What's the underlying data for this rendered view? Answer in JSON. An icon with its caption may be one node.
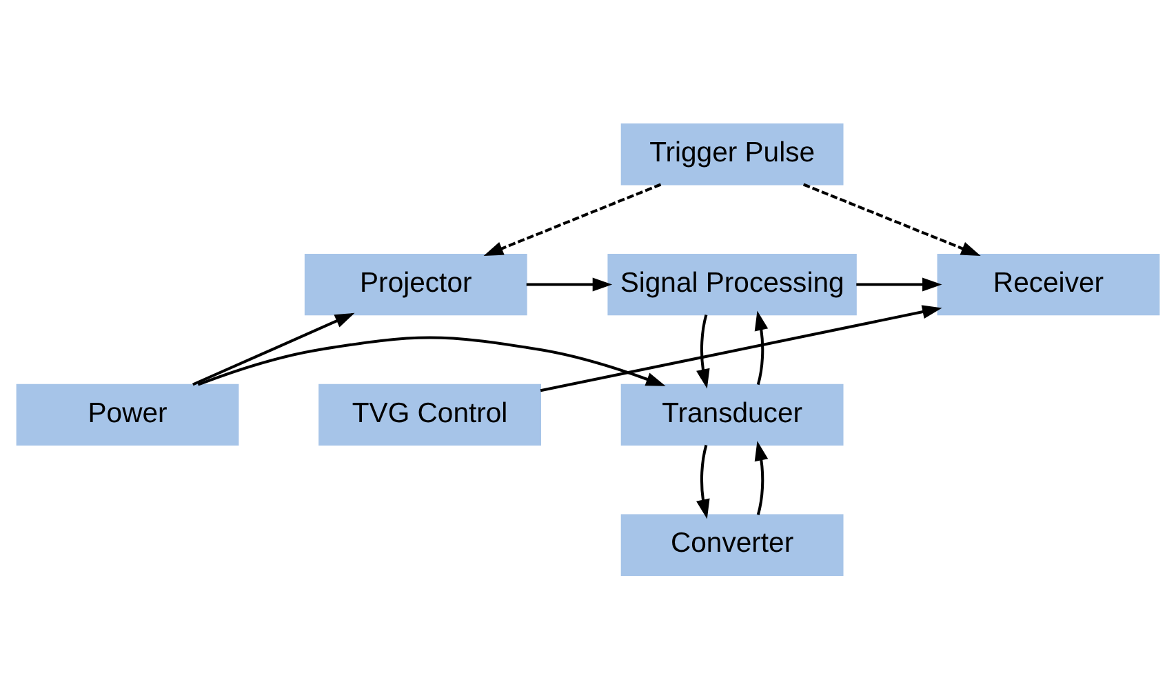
{
  "diagram": {
    "nodes": [
      {
        "text": [
          "Trigger Pulse"
        ]
      },
      {
        "text": [
          "Projector"
        ]
      },
      {
        "text": [
          "Signal Processing"
        ]
      },
      {
        "text": [
          "Receiver"
        ]
      },
      {
        "text": [
          "Power"
        ]
      },
      {
        "text": [
          "Transducer"
        ]
      },
      {
        "text": [
          "TVG Control"
        ]
      },
      {
        "text": [
          "Converter"
        ]
      }
    ],
    "edges": [
      {
        "from": 0,
        "to": 1,
        "arrow": "to",
        "style": "dashed"
      },
      {
        "from": 0,
        "to": 3,
        "arrow": "to",
        "style": "dashed"
      },
      {
        "from": 1,
        "to": 2,
        "arrow": "to"
      },
      {
        "from": 2,
        "to": 3,
        "arrow": "to"
      },
      {
        "from": 4,
        "to": 1,
        "arrow": "to"
      },
      {
        "from": 4,
        "to": 5,
        "arrow": "to"
      },
      {
        "from": 5,
        "to": 2,
        "arrow": "to"
      },
      {
        "from": 2,
        "to": 5,
        "arrow": "to"
      },
      {
        "from": 6,
        "to": 3,
        "arrow": "to"
      },
      {
        "from": 7,
        "to": 5,
        "arrow": "to"
      },
      {
        "from": 5,
        "to": 7,
        "arrow": "to"
      }
    ]
  }
}
